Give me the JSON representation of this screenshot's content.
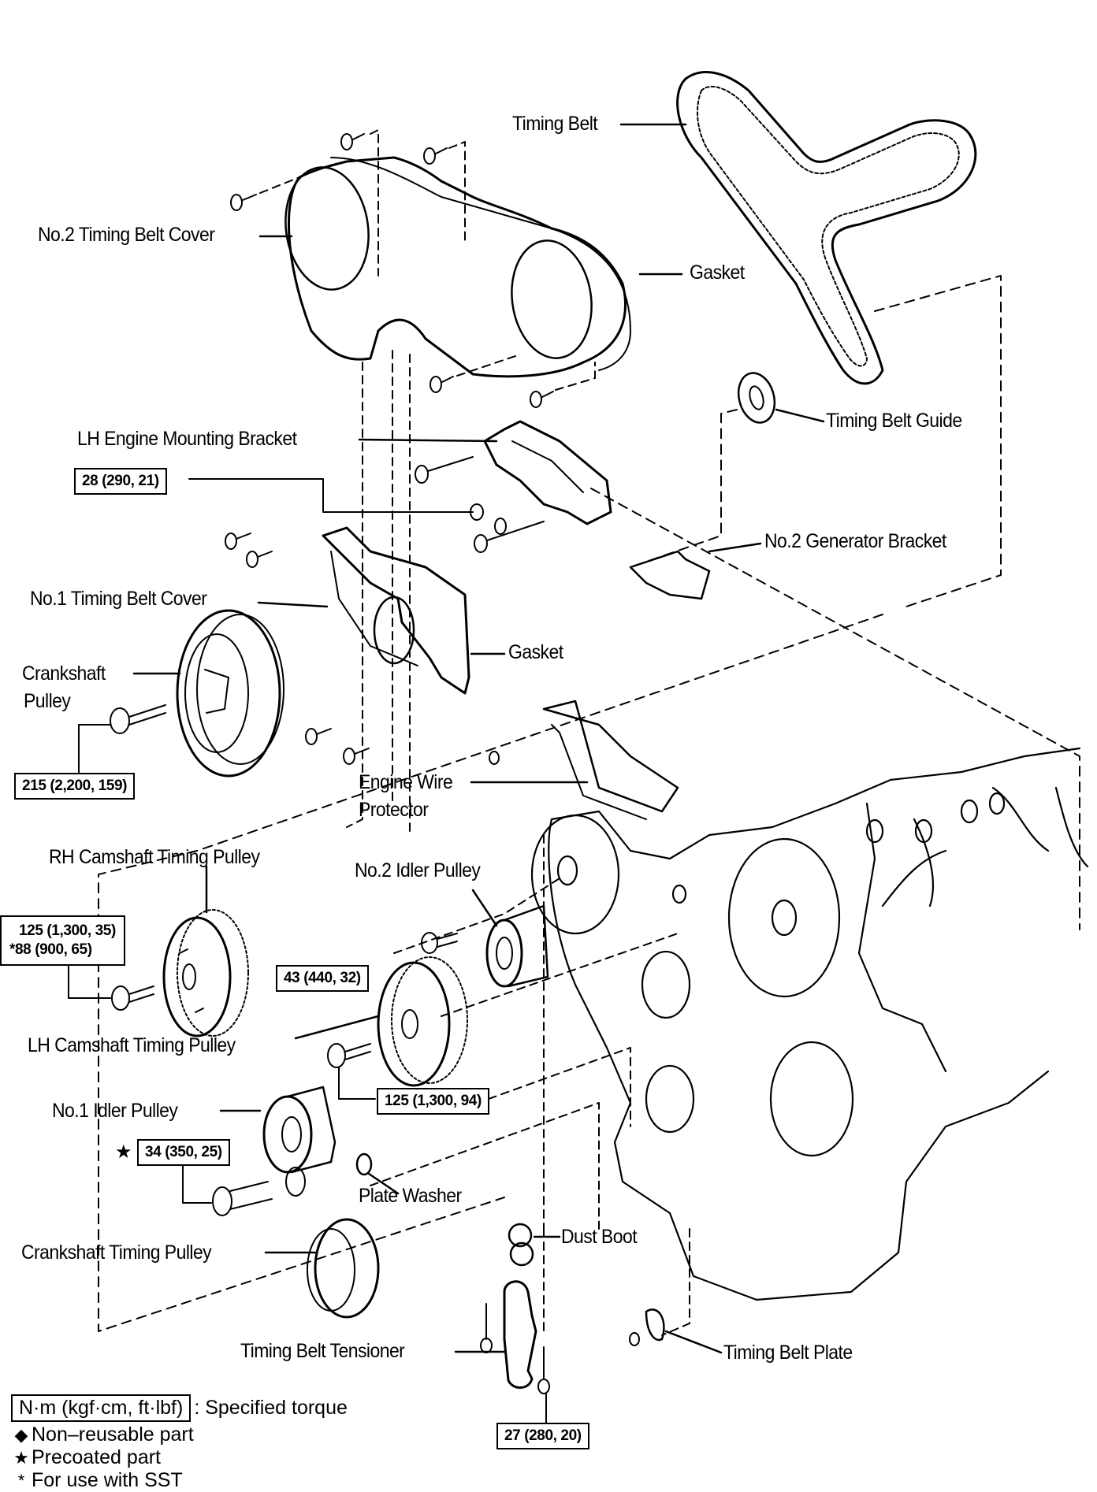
{
  "diagram": {
    "type": "exploded-parts-diagram",
    "subject": "Timing belt components"
  },
  "labels": {
    "timing_belt": "Timing Belt",
    "no2_timing_belt_cover": "No.2 Timing Belt Cover",
    "gasket_upper": "Gasket",
    "timing_belt_guide": "Timing Belt Guide",
    "lh_engine_mounting_bracket": "LH Engine Mounting Bracket",
    "no2_generator_bracket": "No.2 Generator Bracket",
    "no1_timing_belt_cover": "No.1 Timing Belt Cover",
    "gasket_lower": "Gasket",
    "crankshaft_pulley_line1": "Crankshaft",
    "crankshaft_pulley_line2": "Pulley",
    "engine_wire_protector_line1": "Engine Wire",
    "engine_wire_protector_line2": "Protector",
    "rh_camshaft_timing_pulley": "RH Camshaft Timing Pulley",
    "no2_idler_pulley": "No.2 Idler Pulley",
    "lh_camshaft_timing_pulley": "LH Camshaft Timing Pulley",
    "no1_idler_pulley": "No.1 Idler Pulley",
    "plate_washer": "Plate Washer",
    "crankshaft_timing_pulley": "Crankshaft Timing Pulley",
    "dust_boot": "Dust Boot",
    "timing_belt_tensioner": "Timing Belt Tensioner",
    "timing_belt_plate": "Timing Belt Plate"
  },
  "torque_specs": {
    "mounting_bracket": "28 (290, 21)",
    "crankshaft_pulley_bolt": "215 (2,200, 159)",
    "rh_camshaft_line1": "125 (1,300, 35)",
    "rh_camshaft_line2": "*88 (900, 65)",
    "no2_idler_pulley": "43 (440, 32)",
    "lh_camshaft": "125 (1,300, 94)",
    "no1_idler_pulley": "34 (350, 25)",
    "tensioner": "27 (280, 20)"
  },
  "markers": {
    "precoated_star": "★"
  },
  "legend": {
    "torque_unit": "N·m (kgf·cm, ft·lbf)",
    "torque_desc": ": Specified torque",
    "non_reusable_symbol": "◆",
    "non_reusable": "Non–reusable part",
    "precoated_symbol": "★",
    "precoated": "Precoated part",
    "sst_symbol": "*",
    "sst": "For use with SST"
  }
}
